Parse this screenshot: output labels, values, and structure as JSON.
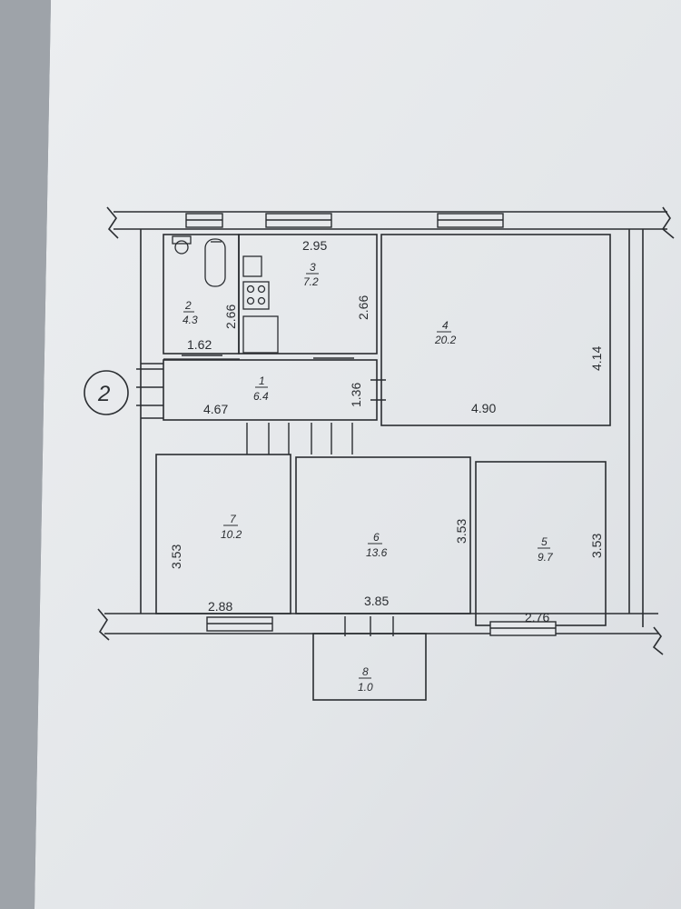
{
  "plan": {
    "marker": "2",
    "rooms": [
      {
        "id": "room-1",
        "number": "1",
        "area": "6.4"
      },
      {
        "id": "room-2",
        "number": "2",
        "area": "4.3"
      },
      {
        "id": "room-3",
        "number": "3",
        "area": "7.2"
      },
      {
        "id": "room-4",
        "number": "4",
        "area": "20.2"
      },
      {
        "id": "room-5",
        "number": "5",
        "area": "9.7"
      },
      {
        "id": "room-6",
        "number": "6",
        "area": "13.6"
      },
      {
        "id": "room-7",
        "number": "7",
        "area": "10.2"
      },
      {
        "id": "room-8",
        "number": "8",
        "area": "1.0"
      }
    ],
    "dimensions": [
      {
        "id": "dim-room3-width",
        "value": "2.95"
      },
      {
        "id": "dim-room2-height",
        "value": "2.66"
      },
      {
        "id": "dim-room3-height",
        "value": "2.66"
      },
      {
        "id": "dim-room2-width",
        "value": "1.62"
      },
      {
        "id": "dim-room1-width",
        "value": "4.67"
      },
      {
        "id": "dim-room1-height",
        "value": "1.36"
      },
      {
        "id": "dim-room4-width",
        "value": "4.90"
      },
      {
        "id": "dim-room4-height",
        "value": "4.14"
      },
      {
        "id": "dim-room7-height",
        "value": "3.53"
      },
      {
        "id": "dim-room6-height",
        "value": "3.53"
      },
      {
        "id": "dim-room5-height",
        "value": "3.53"
      },
      {
        "id": "dim-room7-width",
        "value": "2.88"
      },
      {
        "id": "dim-room6-width",
        "value": "3.85"
      },
      {
        "id": "dim-room5-width",
        "value": "2.76"
      }
    ]
  }
}
